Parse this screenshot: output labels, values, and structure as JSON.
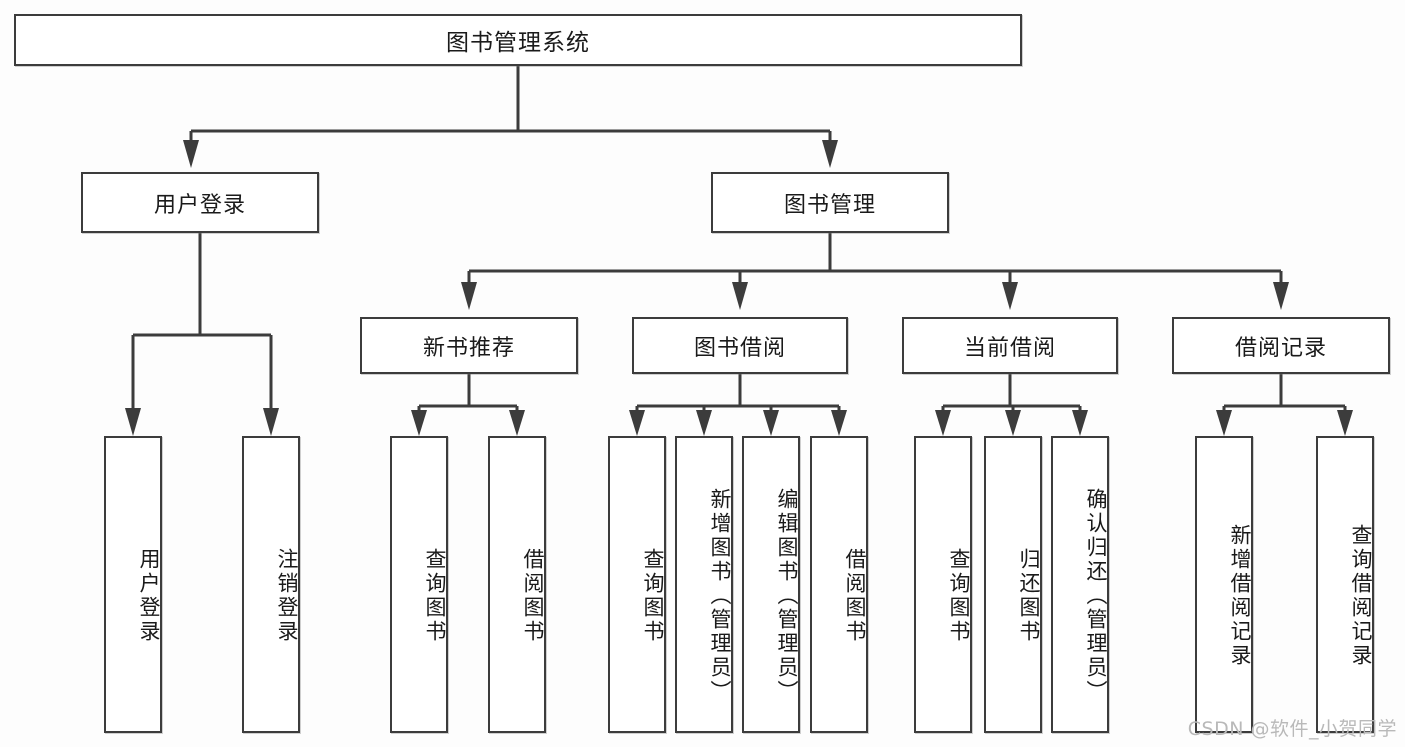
{
  "diagram": {
    "type": "tree",
    "title": "图书管理系统",
    "background_color": "#fdfdfd",
    "line_color": "#3c3c3c",
    "box_fill": "#ffffff"
  },
  "nodes": {
    "root": {
      "label": "图书管理系统"
    },
    "level1": [
      {
        "label": "用户登录"
      },
      {
        "label": "图书管理"
      }
    ],
    "level2": [
      {
        "label": "新书推荐"
      },
      {
        "label": "图书借阅"
      },
      {
        "label": "当前借阅"
      },
      {
        "label": "借阅记录"
      }
    ],
    "leaves_user_login": [
      {
        "label": "用户登录"
      },
      {
        "label": "注销登录"
      }
    ],
    "leaves_new_book": [
      {
        "label": "查询图书"
      },
      {
        "label": "借阅图书"
      }
    ],
    "leaves_borrow": [
      {
        "label": "查询图书"
      },
      {
        "label": "新增图书（管理员）"
      },
      {
        "label": "编辑图书（管理员）"
      },
      {
        "label": "借阅图书"
      }
    ],
    "leaves_current": [
      {
        "label": "查询图书"
      },
      {
        "label": "归还图书"
      },
      {
        "label": "确认归还（管理员）"
      }
    ],
    "leaves_record": [
      {
        "label": "新增借阅记录"
      },
      {
        "label": "查询借阅记录"
      }
    ]
  },
  "watermark": {
    "text": "CSDN @软件_小贺同学"
  }
}
